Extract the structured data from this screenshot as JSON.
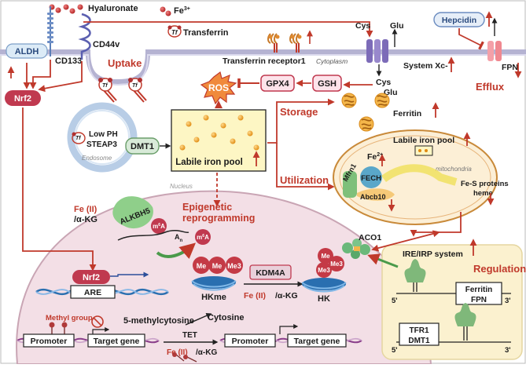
{
  "labels": {
    "hyaluronate": "Hyaluronate",
    "fe3": "Fe",
    "fe3_sup": "3+",
    "transferrin": "Transferrin",
    "tf": "Tf",
    "aldh": "ALDH",
    "cd133": "CD133",
    "cd44v": "CD44v",
    "uptake": "Uptake",
    "transferrin_receptor": "Transferrin receptor1",
    "cytoplasm": "Cytoplasm",
    "cys_top": "Cys",
    "glu_top": "Glu",
    "cys_bottom": "Cys",
    "glu_bottom": "Glu",
    "system_xc": "System Xc-",
    "hepcidin": "Hepcidin",
    "fpn": "FPN",
    "efflux": "Efflux",
    "nrf2": "Nrf2",
    "ros": "ROS",
    "gpx4": "GPX4",
    "gsh": "GSH",
    "storage": "Storage",
    "ferritin": "Ferritin",
    "low_ph": "Low PH",
    "steap3": "STEAP3",
    "dmt1": "DMT1",
    "endosome": "Endosome",
    "labile_iron_pool": "Labile iron pool",
    "labile_iron_pool_mito": "Labile iron pool",
    "utilization": "Utilization",
    "fe2": "Fe",
    "fe2_sup": "2+",
    "mitochondria": "mitochondria",
    "mfrn1": "Mfrn1",
    "fech": "FECH",
    "abcb10": "Abcb10",
    "fes_line1": "Fe-S proteins",
    "fes_line2": "heme",
    "nucleus": "Nucleus",
    "alkbh5": "ALKBH5",
    "fe_ii_1": "Fe (II)",
    "akg_1": "/α-KG",
    "m6a": "m",
    "m6a_sup": "6",
    "m6a_a": "A",
    "an": "A",
    "an_sub": "n",
    "epigenetic_1": "Epigenetic",
    "epigenetic_2": "reprogramming",
    "me": "Me",
    "me3": "Me3",
    "hkme": "HKme",
    "kdm4a": "KDM4A",
    "fe_ii_2": "Fe (II)",
    "akg_2": "/α-KG",
    "hk": "HK",
    "aco1": "ACO1",
    "ire_irp": "IRE/IRP system",
    "regulation": "Regulation",
    "five_prime_1": "5'",
    "three_prime_1": "3'",
    "ferritin_box": "Ferritin",
    "fpn_box": "FPN",
    "tfr1_box": "TFR1",
    "dmt1_box": "DMT1",
    "five_prime_2": "5'",
    "three_prime_2": "3'",
    "nrf2_nucleus": "Nrf2",
    "are": "ARE",
    "methyl_group": "Methyl group",
    "methylcytosine": "5-methylcytosine",
    "cytosine": "Cytosine",
    "tet": "TET",
    "fe_ii_3": "Fe (II)",
    "akg_3": "/α-KG",
    "promoter_1": "Promoter",
    "target_gene_1": "Target gene",
    "promoter_2": "Promoter",
    "target_gene_2": "Target gene"
  },
  "colors": {
    "accent_red": "#c0392b",
    "nucleus_fill": "#f3dfe6",
    "regulation_fill": "#fbf1cf",
    "lip_fill": "#fdf6c4",
    "mito_fill": "#fcefd6",
    "membrane": "#a8a6c9",
    "iron_orange": "#f0a51e",
    "blue_label": "#3b5a9a"
  }
}
